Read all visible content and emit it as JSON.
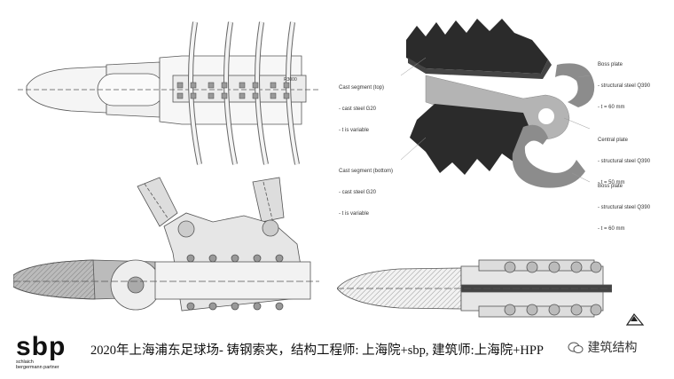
{
  "callouts": {
    "cast_top": {
      "title": "Cast segment (top)",
      "lines": [
        "- cast steel G20",
        "- t is variable"
      ]
    },
    "cast_bottom": {
      "title": "Cast segment (bottom)",
      "lines": [
        "- cast steel G20",
        "- t is variable"
      ]
    },
    "boss_top": {
      "title": "Boss plate",
      "lines": [
        "- structural steel Q390",
        "- t = 60 mm"
      ]
    },
    "central": {
      "title": "Central plate",
      "lines": [
        "- structural steel Q390",
        "- t = 50 mm"
      ]
    },
    "boss_bottom": {
      "title": "Boss plate",
      "lines": [
        "- structural steel Q390",
        "- t = 60 mm"
      ]
    }
  },
  "drawing_tag": "R3000",
  "caption": "2020年上海浦东足球场- 铸钢索夹，结构工程师: 上海院+sbp, 建筑师:上海院+HPP",
  "logo": {
    "main": "sbp",
    "line1": "schlaich",
    "line2": "bergermann partner"
  },
  "watermark": "建筑结构",
  "colors": {
    "cast_dark": "#2b2b2b",
    "plate_gray": "#8c8c8c",
    "central_gray": "#b4b4b4",
    "line": "#555555",
    "fill_light": "#e6e6e6"
  }
}
